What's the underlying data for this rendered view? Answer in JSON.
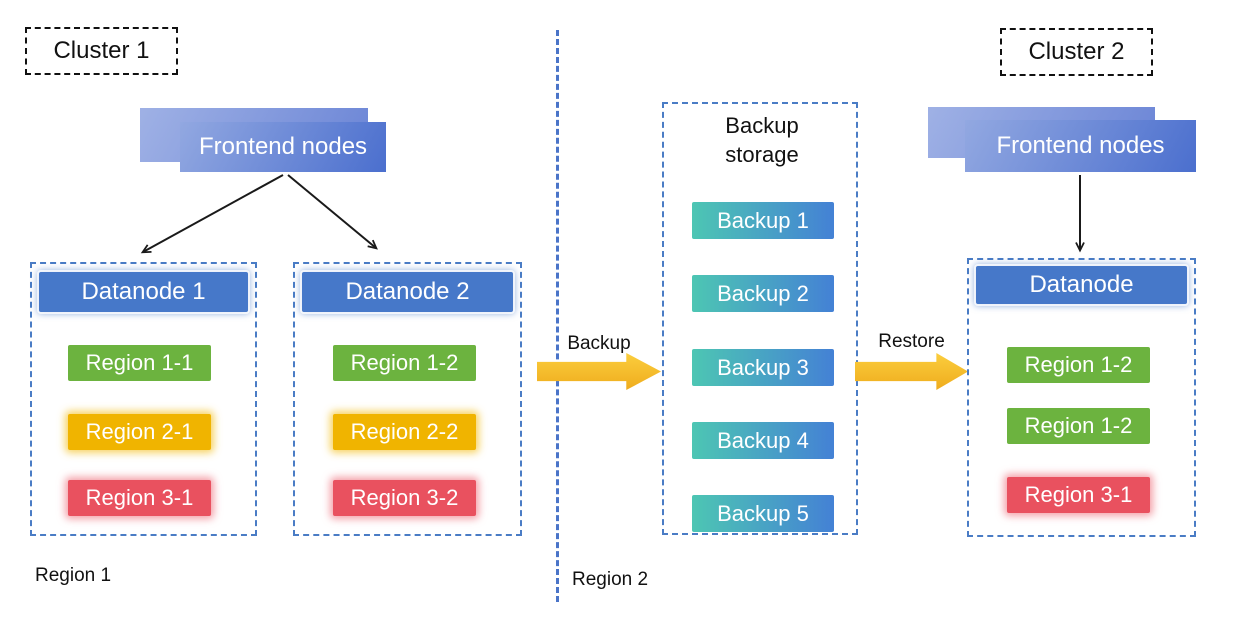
{
  "colors": {
    "cluster_border": "#111111",
    "container_border": "#4a7cc5",
    "datanode_header": "#4678c9",
    "frontend_gradient_start": "#92a8e1",
    "frontend_gradient_end": "#4b6fce",
    "region_green": "#6cb33f",
    "region_yellow": "#f0b400",
    "region_red": "#e9515f",
    "backup_gradient_start": "#4dc6b3",
    "backup_gradient_end": "#4481d5",
    "fat_arrow_yellow": "#f5bd2a",
    "thin_arrow_black": "#1a1a1a"
  },
  "cluster1": {
    "label": "Cluster 1",
    "frontend_label": "Frontend nodes",
    "datanodes": [
      {
        "title": "Datanode 1",
        "regions": [
          {
            "label": "Region 1-1",
            "color": "green"
          },
          {
            "label": "Region 2-1",
            "color": "yellow"
          },
          {
            "label": "Region 3-1",
            "color": "red"
          }
        ]
      },
      {
        "title": "Datanode 2",
        "regions": [
          {
            "label": "Region 1-2",
            "color": "green"
          },
          {
            "label": "Region 2-2",
            "color": "yellow"
          },
          {
            "label": "Region 3-2",
            "color": "red"
          }
        ]
      }
    ]
  },
  "backup_storage": {
    "title": "Backup storage",
    "items": [
      "Backup 1",
      "Backup 2",
      "Backup 3",
      "Backup 4",
      "Backup 5"
    ]
  },
  "flows": {
    "backup_label": "Backup",
    "restore_label": "Restore"
  },
  "cluster2": {
    "label": "Cluster 2",
    "frontend_label": "Frontend nodes",
    "datanode": {
      "title": "Datanode",
      "regions": [
        {
          "label": "Region 1-2",
          "color": "green"
        },
        {
          "label": "Region 1-2",
          "color": "green"
        },
        {
          "label": "Region 3-1",
          "color": "red"
        }
      ]
    }
  },
  "footers": {
    "region1": "Region 1",
    "region2": "Region 2"
  }
}
